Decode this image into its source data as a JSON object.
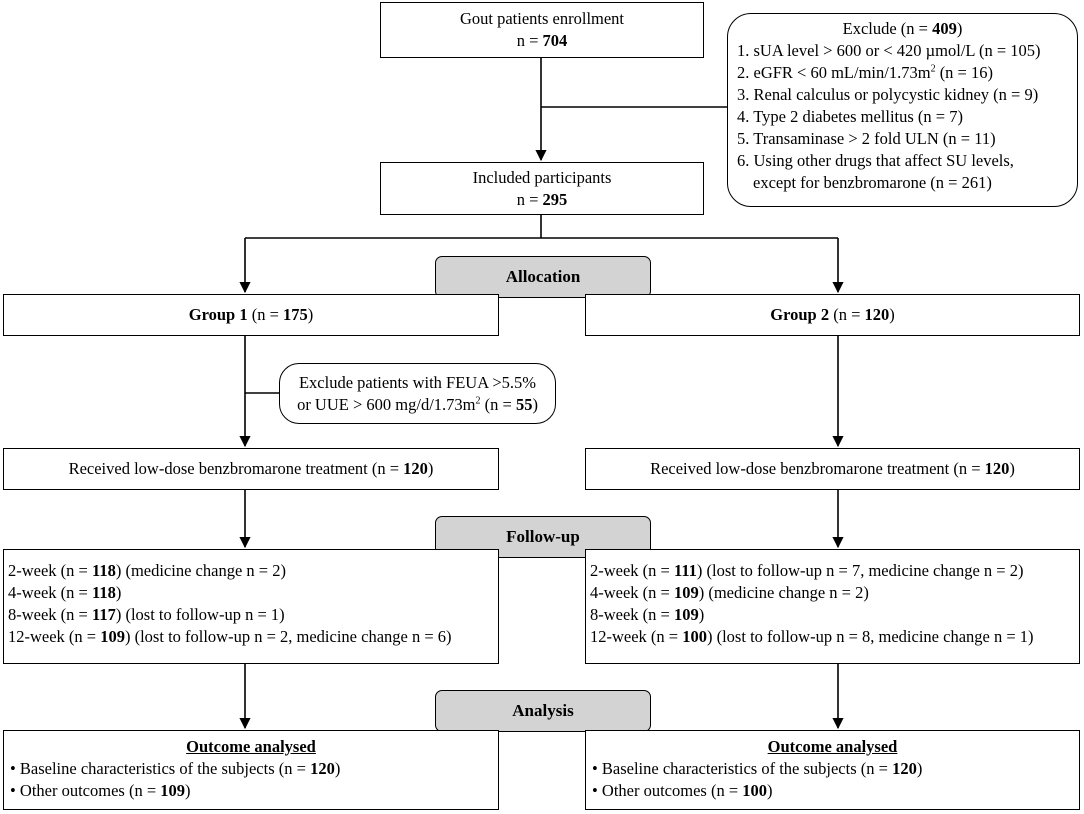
{
  "enrollment": {
    "title": "Gout patients enrollment",
    "n_prefix": "n = ",
    "n": "704"
  },
  "exclude": {
    "title_prefix": "Exclude (n = ",
    "n": "409",
    "title_suffix": ")",
    "items": [
      "1. sUA level > 600 or < 420 µmol/L (n = 105)",
      "2. eGFR < 60 mL/min/1.73m",
      "3. Renal calculus or polycystic kidney (n = 9)",
      "4. Type 2 diabetes mellitus (n = 7)",
      "5. Transaminase > 2 fold ULN (n = 11)",
      "6. Using other drugs that affect SU levels,",
      "except for benzbromarone (n = 261)"
    ],
    "item2_sup": "2",
    "item2_tail": " (n = 16)"
  },
  "included": {
    "title": "Included participants",
    "n_prefix": "n = ",
    "n": "295"
  },
  "allocation_label": "Allocation",
  "followup_label": "Follow-up",
  "analysis_label": "Analysis",
  "group1": {
    "name": "Group 1",
    "n_prefix": " (n = ",
    "n": "175",
    "n_suffix": ")"
  },
  "group2": {
    "name": "Group 2",
    "n_prefix": " (n = ",
    "n": "120",
    "n_suffix": ")"
  },
  "exclude_feua": {
    "line1": "Exclude patients with FEUA >5.5%",
    "line2_prefix": "or UUE > 600 mg/d/1.73m",
    "line2_sup": "2",
    "line2_mid": " (n = ",
    "n": "55",
    "line2_suffix": ")"
  },
  "treatment1": {
    "text": "Received low-dose benzbromarone treatment (n = ",
    "n": "120",
    "suffix": ")"
  },
  "treatment2": {
    "text": "Received low-dose benzbromarone treatment (n = ",
    "n": "120",
    "suffix": ")"
  },
  "followup1": [
    {
      "pre": "2-week (n = ",
      "n": "118",
      "post": ") (medicine change n = 2)"
    },
    {
      "pre": "4-week (n = ",
      "n": "118",
      "post": ")"
    },
    {
      "pre": "8-week (n = ",
      "n": "117",
      "post": ") (lost to follow-up n = 1)"
    },
    {
      "pre": "12-week (n = ",
      "n": "109",
      "post": ") (lost to follow-up n = 2, medicine change n = 6)"
    }
  ],
  "followup2": [
    {
      "pre": "2-week (n = ",
      "n": "111",
      "post": ") (lost to follow-up n = 7, medicine change n = 2)"
    },
    {
      "pre": "4-week (n = ",
      "n": "109",
      "post": ") (medicine change n = 2)"
    },
    {
      "pre": "8-week (n = ",
      "n": "109",
      "post": ")"
    },
    {
      "pre": "12-week (n = ",
      "n": "100",
      "post": ") (lost to follow-up n = 8, medicine change n = 1)"
    }
  ],
  "analysis1": {
    "heading": "Outcome analysed",
    "items": [
      {
        "pre": "• Baseline characteristics of the subjects (n = ",
        "n": "120",
        "post": ")"
      },
      {
        "pre": "• Other outcomes (n = ",
        "n": "109",
        "post": ")"
      }
    ]
  },
  "analysis2": {
    "heading": "Outcome analysed",
    "items": [
      {
        "pre": "• Baseline characteristics of the subjects (n = ",
        "n": "120",
        "post": ")"
      },
      {
        "pre": "• Other outcomes (n = ",
        "n": "100",
        "post": ")"
      }
    ]
  }
}
